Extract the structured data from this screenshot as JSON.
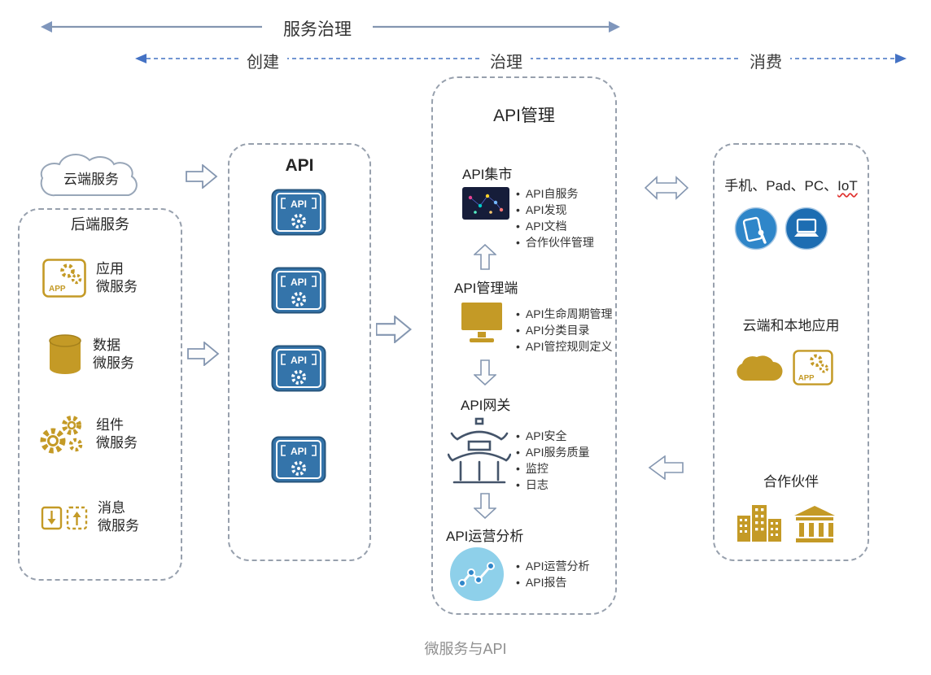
{
  "top_arrow": {
    "label": "服务治理"
  },
  "phases": {
    "create": "创建",
    "govern": "治理",
    "consume": "消费"
  },
  "left": {
    "cloud_label": "云端服务",
    "backend_title": "后端服务",
    "services": [
      {
        "label": "应用\n微服务",
        "icon": "app-icon"
      },
      {
        "label": "数据\n微服务",
        "icon": "database-icon"
      },
      {
        "label": "组件\n微服务",
        "icon": "gears-icon"
      },
      {
        "label": "消息\n微服务",
        "icon": "message-icon"
      }
    ]
  },
  "api_box": {
    "title": "API"
  },
  "icon_text": {
    "api": "API",
    "app": "APP"
  },
  "management": {
    "title": "API管理",
    "sections": [
      {
        "title": "API集市",
        "bullets": [
          "API自服务",
          "API发现",
          "API文档",
          "合作伙伴管理"
        ]
      },
      {
        "title": "API管理端",
        "bullets": [
          "API生命周期管理",
          "API分类目录",
          "API管控规则定义"
        ]
      },
      {
        "title": "API网关",
        "bullets": [
          "API安全",
          "API服务质量",
          "监控",
          "日志"
        ]
      },
      {
        "title": "API运营分析",
        "bullets": [
          "API运营分析",
          "API报告"
        ]
      }
    ]
  },
  "consumers": {
    "devices_prefix": "手机、Pad、PC、",
    "devices_iot": "IoT",
    "cloud_local": "云端和本地应用",
    "partners": "合作伙伴"
  },
  "caption": "微服务与API",
  "colors": {
    "gold": "#C49A26",
    "api_blue": "#3474AA",
    "dash_blue": "#4472C4",
    "arrow_outline": "#8496B0",
    "border_gray": "#97A0AD"
  }
}
